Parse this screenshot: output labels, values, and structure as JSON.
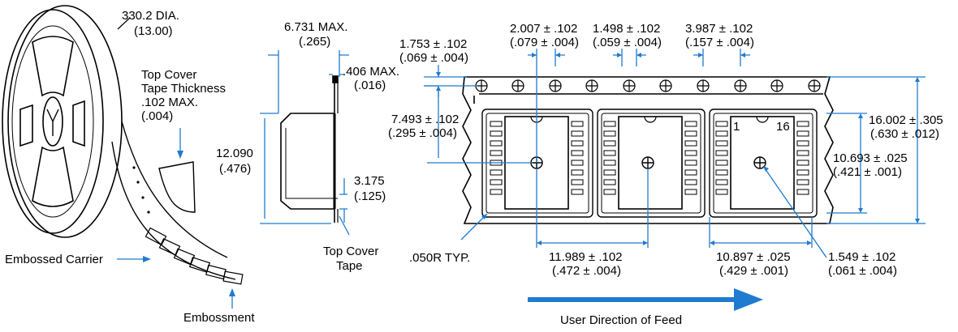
{
  "reel": {
    "diameter": "330.2 DIA.",
    "diameter_in": "(13.00)",
    "cover_tape_thickness": [
      "Top Cover",
      "Tape Thickness",
      ".102 MAX.",
      "(.004)"
    ],
    "embossed_carrier": "Embossed Carrier",
    "embossment": "Embossment"
  },
  "profile": {
    "max_width": "6.731 MAX.",
    "max_width_in": "(.265)",
    "tape_max": ".406 MAX.",
    "tape_max_in": "(.016)",
    "height": "12.090",
    "height_in": "(.476)",
    "depth": "3.175",
    "depth_in": "(.125)",
    "cover_tape": [
      "Top Cover",
      "Tape"
    ]
  },
  "tape": {
    "d_hole_center": "2.007 ± .102",
    "d_hole_center_in": "(.079 ± .004)",
    "d_hole_dia": "1.498 ± .102",
    "d_hole_dia_in": "(.059 ± .004)",
    "d_hole_pitch": "3.987 ± .102",
    "d_hole_pitch_in": "(.157 ± .004)",
    "d_hole_edge": "1.753 ± .102",
    "d_hole_edge_in": "(.069 ± .004)",
    "d_pocket_center": "7.493 ± .102",
    "d_pocket_center_in": "(.295 ± .004)",
    "d_tape_width": "16.002 ± .305",
    "d_tape_width_in": "(.630 ± .012)",
    "d_pocket_length": "10.693 ± .025",
    "d_pocket_length_in": "(.421 ± .001)",
    "d_pocket_pitch": "11.989 ± .102",
    "d_pocket_pitch_in": "(.472 ± .004)",
    "d_pocket_width": "10.897 ± .025",
    "d_pocket_width_in": "(.429 ± .001)",
    "d_pocket_hole": "1.549 ± .102",
    "d_pocket_hole_in": "(.061 ± .004)",
    "radius": ".050R TYP.",
    "pin1": "1",
    "pin16": "16",
    "feed": "User Direction of Feed"
  },
  "colors": {
    "dimension_lines": "#1f7bd0",
    "outline": "#000000"
  }
}
